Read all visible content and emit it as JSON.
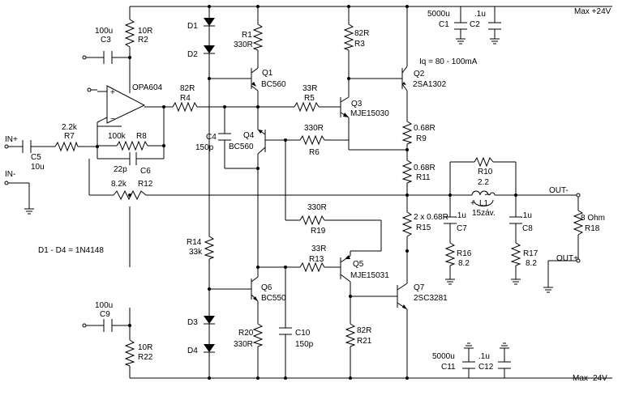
{
  "rails": {
    "pos": "Max +24V",
    "neg": "Max -24V"
  },
  "io": {
    "in_plus": "IN+",
    "in_minus": "IN-",
    "out_minus": "OUT-",
    "out_plus": "OUT+"
  },
  "notes": {
    "iq": "Iq = 80 - 100mA",
    "diodes": "D1 - D4 = 1N4148"
  },
  "opamp": "OPA604",
  "labels": {
    "C1": "C1",
    "C1v": "5000u",
    "C2": "C2",
    "C2v": ".1u",
    "C3": "C3",
    "C3v": "100u",
    "R2": "R2",
    "R2v": "10R",
    "D1": "D1",
    "D2": "D2",
    "D3": "D3",
    "D4": "D4",
    "R1": "R1",
    "R1v": "330R",
    "R3": "R3",
    "R3v": "82R",
    "Q1": "Q1",
    "Q1t": "BC560",
    "Q2": "Q2",
    "Q2t": "2SA1302",
    "R4": "R4",
    "R4v": "82R",
    "R5": "R5",
    "R5v": "33R",
    "Q3": "Q3",
    "Q3t": "MJE15030",
    "R9": "R9",
    "R9v": "0.68R",
    "C4": "C4",
    "C4v": "150p",
    "Q4": "Q4",
    "Q4t": "BC560",
    "R6": "R6",
    "R6v": "330R",
    "R7": "R7",
    "R7v": "2.2k",
    "R8": "R8",
    "R8v": "100k",
    "C5": "C5",
    "C5v": "10u",
    "C6": "C6",
    "C6v": "22p",
    "R11": "R11",
    "R11v": "0.68R",
    "R10": "R10",
    "R10v": "2.2",
    "R12": "R12",
    "R12v": "8.2k",
    "L1": "L1",
    "L1v": "15záv.",
    "R15": "R15",
    "R15v": "2 x 0.68R",
    "C7": "C7",
    "C7v": ".1u",
    "C8": "C8",
    "C8v": ".1u",
    "R18": "R18",
    "R18v": "8 Ohm",
    "R16": "R16",
    "R16v": "8.2",
    "R17": "R17",
    "R17v": "8.2",
    "R19": "R19",
    "R19v": "330R",
    "R14": "R14",
    "R14v": "33k",
    "R13": "R13",
    "R13v": "33R",
    "Q5": "Q5",
    "Q5t": "MJE15031",
    "Q6": "Q6",
    "Q6t": "BC550",
    "Q7": "Q7",
    "Q7t": "2SC3281",
    "C9": "C9",
    "C9v": "100u",
    "R22": "R22",
    "R22v": "10R",
    "R20": "R20",
    "R20v": "330R",
    "C10": "C10",
    "C10v": "150p",
    "R21": "R21",
    "R21v": "82R",
    "C11": "C11",
    "C11v": "5000u",
    "C12": "C12",
    "C12v": ".1u"
  }
}
